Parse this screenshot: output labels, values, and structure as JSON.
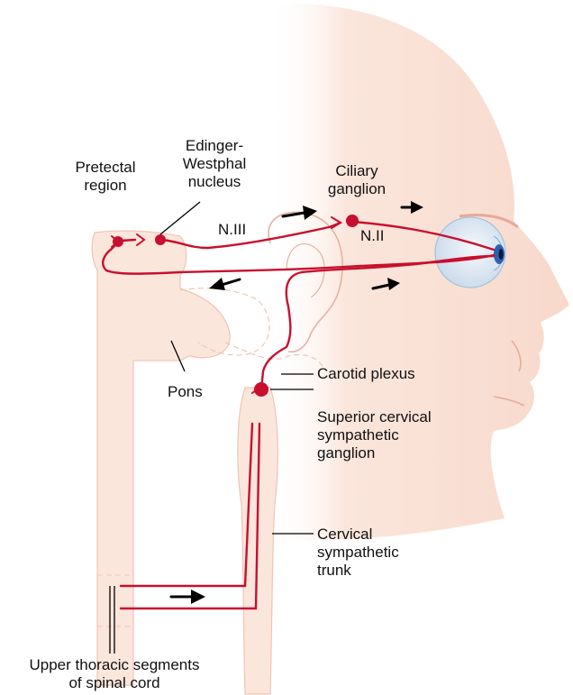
{
  "labels": {
    "pretectal": [
      "Pretectal",
      "region"
    ],
    "edinger": [
      "Edinger-",
      "Westphal",
      "nucleus"
    ],
    "ciliary": [
      "Ciliary",
      "ganglion"
    ],
    "n3": "N.III",
    "n2": "N.II",
    "pons": "Pons",
    "carotid": "Carotid plexus",
    "superior": [
      "Superior cervical",
      "sympathetic",
      "ganglion"
    ],
    "cervical": [
      "Cervical",
      "sympathetic",
      "trunk"
    ],
    "upper": [
      "Upper thoracic segments",
      "of spinal cord"
    ]
  },
  "colors": {
    "nerve": "#c8102e",
    "skin_light": "#fcebe3",
    "skin_mid": "#f6d2c2",
    "outline": "#e3a898",
    "eye_iris": "#2e5fb0"
  }
}
